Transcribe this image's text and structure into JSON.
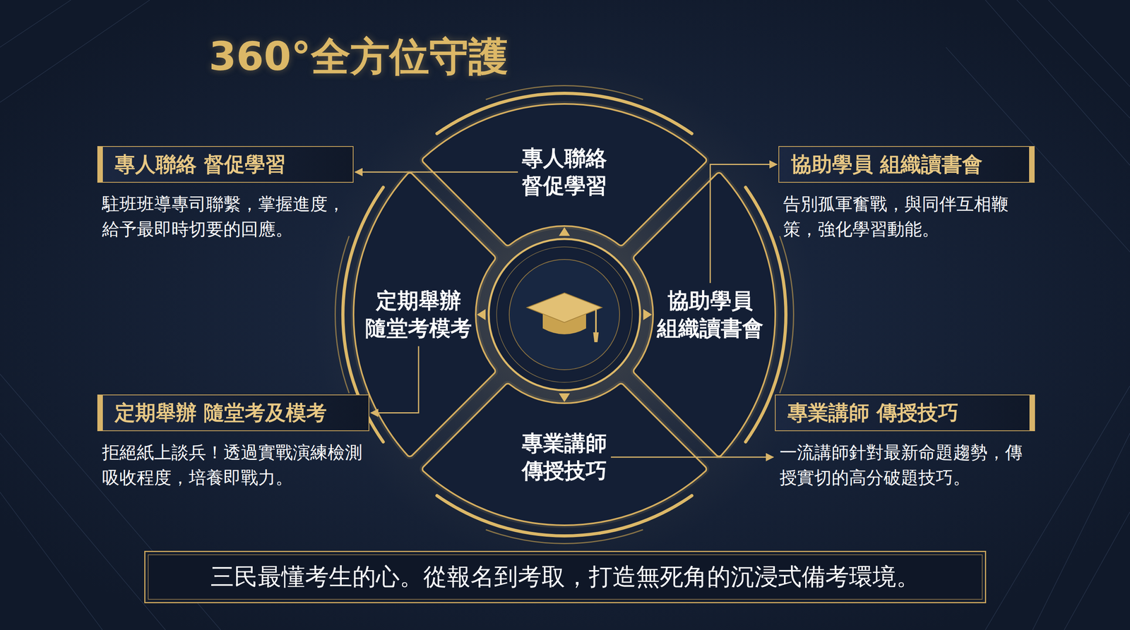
{
  "diagram": {
    "title": "360°全方位守護",
    "nodes": [
      {
        "text": [
          "專人聯絡 督促學習",
          "駐班班導專司聯繫，掌握進度，給予最即時切要的回應。"
        ]
      },
      {
        "text": [
          "專人聯絡 督促學習"
        ]
      },
      {
        "text": [
          "協助學員 組織讀書會",
          "告別孤軍奮戰，與同伴互相鞭策，強化學習動能。"
        ]
      },
      {
        "text": [
          "定期舉辦 隨堂考模考"
        ]
      },
      {
        "text": [
          "協助學員 組織讀書會"
        ]
      },
      {
        "text": [
          "定期舉辦 隨堂考及模考",
          "拒絕紙上談兵！透過實戰演練檢測吸收程度，培養即戰力。"
        ]
      },
      {
        "text": [
          "專業講師 傳授技巧"
        ]
      },
      {
        "text": [
          "專業講師 傳授技巧",
          "一流講師針對最新命題趨勢，傳授實切的高分破題技巧。"
        ]
      },
      {
        "text": [
          "三民最懂考生的心。從報名到考取，打造無死角的沉浸式備考環境。"
        ]
      }
    ],
    "edges": [
      {
        "from": 1,
        "to": 0,
        "arrow": "to"
      },
      {
        "from": 4,
        "to": 2,
        "arrow": "to"
      },
      {
        "from": 3,
        "to": 5,
        "arrow": "to"
      },
      {
        "from": 6,
        "to": 7,
        "arrow": "to"
      }
    ]
  }
}
